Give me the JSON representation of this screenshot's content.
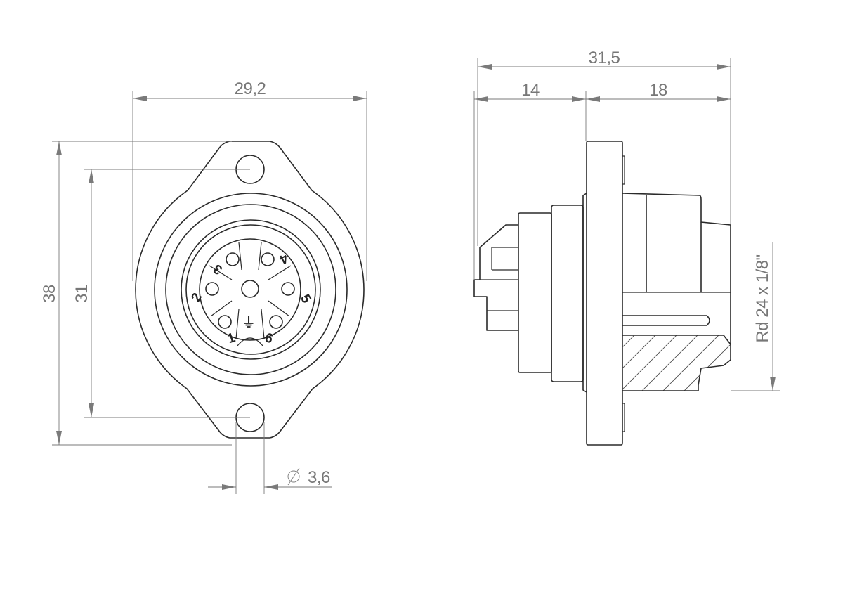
{
  "front_view": {
    "dimensions": {
      "width": "29,2",
      "height_outer": "38",
      "hole_spacing": "31",
      "hole_diameter": "3,6"
    },
    "pin_labels": [
      "1",
      "2",
      "3",
      "4",
      "5",
      "6"
    ],
    "ground_symbol": "⏚"
  },
  "side_view": {
    "dimensions": {
      "overall_length": "31,5",
      "front_length": "14",
      "rear_length": "18",
      "thread": "Rd 24 x 1/8\""
    }
  },
  "colors": {
    "outline": "#2a2a2a",
    "dimension": "#7a7a7a"
  }
}
